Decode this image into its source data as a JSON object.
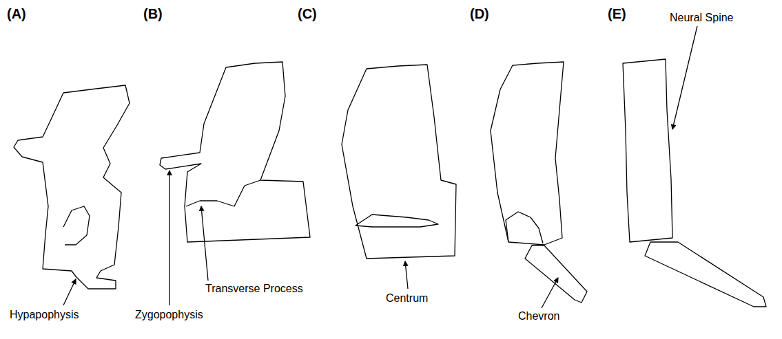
{
  "diagram": {
    "labels": [
      "(A)",
      "(B)",
      "(C)",
      "(D)",
      "(E)",
      "Neural Spine",
      "Hypapophysis",
      "Zygopophysis",
      "Transverse Process",
      "Centrum",
      "Chevron"
    ]
  }
}
